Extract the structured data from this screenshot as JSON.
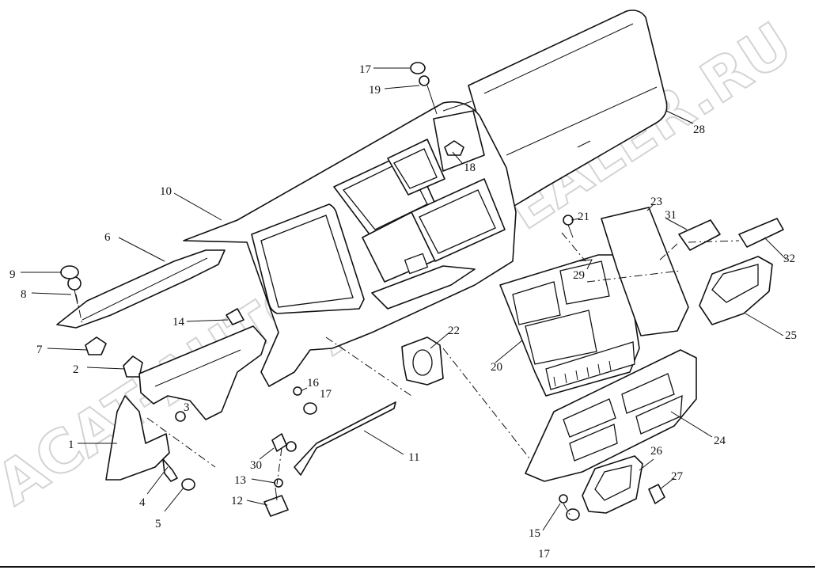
{
  "watermark": {
    "left": "ACAT-AUTODEALER",
    "right": "AUTODEALER.RU"
  },
  "callouts": [
    {
      "id": "c1",
      "text": "1"
    },
    {
      "id": "c2",
      "text": "2"
    },
    {
      "id": "c3",
      "text": "3"
    },
    {
      "id": "c4",
      "text": "4"
    },
    {
      "id": "c5",
      "text": "5"
    },
    {
      "id": "c6",
      "text": "6"
    },
    {
      "id": "c7",
      "text": "7"
    },
    {
      "id": "c8",
      "text": "8"
    },
    {
      "id": "c9",
      "text": "9"
    },
    {
      "id": "c10",
      "text": "10"
    },
    {
      "id": "c11",
      "text": "11"
    },
    {
      "id": "c12",
      "text": "12"
    },
    {
      "id": "c13",
      "text": "13"
    },
    {
      "id": "c14",
      "text": "14"
    },
    {
      "id": "c15",
      "text": "15"
    },
    {
      "id": "c16",
      "text": "16"
    },
    {
      "id": "c17a",
      "text": "17"
    },
    {
      "id": "c17b",
      "text": "17"
    },
    {
      "id": "c17c",
      "text": "17"
    },
    {
      "id": "c18",
      "text": "18"
    },
    {
      "id": "c19",
      "text": "19"
    },
    {
      "id": "c20",
      "text": "20"
    },
    {
      "id": "c21",
      "text": "21"
    },
    {
      "id": "c22",
      "text": "22"
    },
    {
      "id": "c23",
      "text": "23"
    },
    {
      "id": "c24",
      "text": "24"
    },
    {
      "id": "c25",
      "text": "25"
    },
    {
      "id": "c26",
      "text": "26"
    },
    {
      "id": "c27",
      "text": "27"
    },
    {
      "id": "c28",
      "text": "28"
    },
    {
      "id": "c29",
      "text": "29"
    },
    {
      "id": "c30",
      "text": "30"
    },
    {
      "id": "c31",
      "text": "31"
    },
    {
      "id": "c32",
      "text": "32"
    }
  ]
}
